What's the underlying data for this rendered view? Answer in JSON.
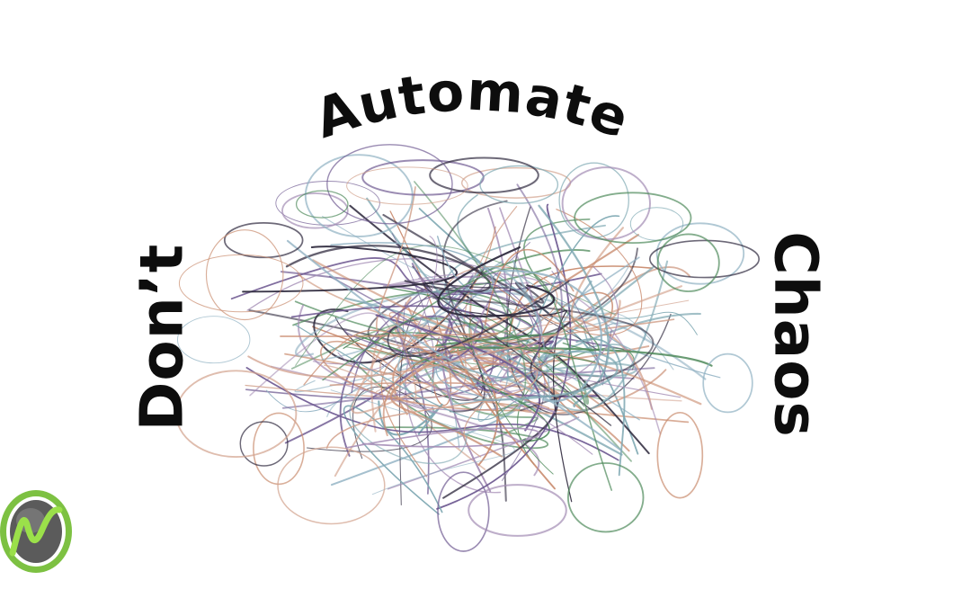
{
  "headline": {
    "left_word": "Don’t",
    "top_word": "Automate",
    "right_word": "Chaos"
  },
  "illustration": {
    "subject": "tangle-of-threads",
    "thread_colors": [
      "#c98b6e",
      "#6f5a92",
      "#7ea8b2",
      "#2f2a3e",
      "#4f8a5b",
      "#a38bb4",
      "#8fb0c2",
      "#d2a18c"
    ]
  },
  "logo": {
    "icon": "n-circle-logo",
    "letter": "N",
    "colors": {
      "ring": "#7dc142",
      "inner": "#5b5b5b",
      "letter": "#9be04a"
    }
  }
}
